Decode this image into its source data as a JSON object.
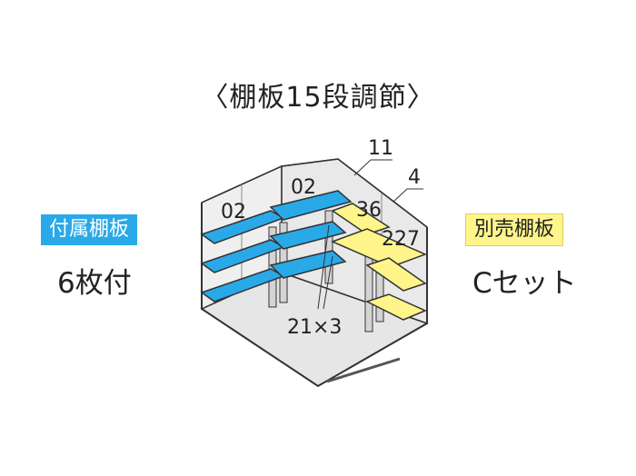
{
  "title": "〈棚板15段調節〉",
  "included": {
    "badge": "付属棚板",
    "quantity": "6枚付",
    "color": "#29a9e8"
  },
  "optional": {
    "badge": "別売棚板",
    "set": "Cセット",
    "color": "#fff58a"
  },
  "diagram": {
    "labels": {
      "left_depth": "02",
      "back_depth": "02",
      "top_a": "11",
      "top_b": "4",
      "corner": "36",
      "right_len": "227",
      "bottom": "21×3"
    }
  }
}
